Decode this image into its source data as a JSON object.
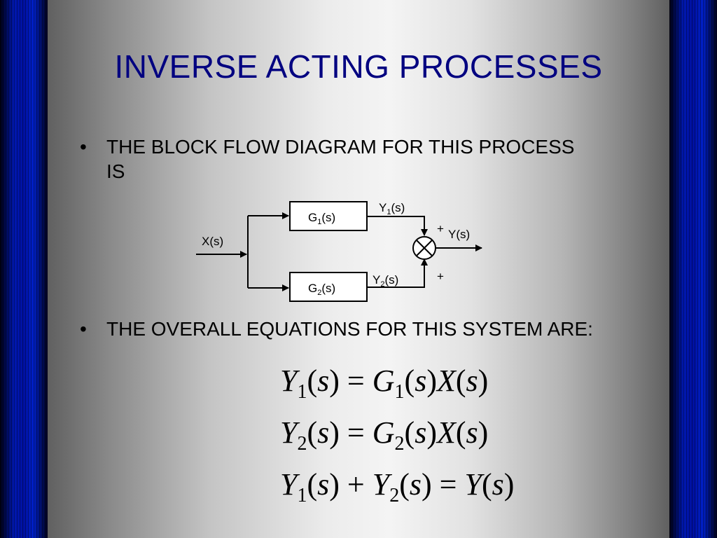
{
  "title": "INVERSE ACTING PROCESSES",
  "bullets": [
    {
      "marker": "•",
      "text": "THE BLOCK FLOW DIAGRAM FOR THIS PROCESS IS"
    },
    {
      "marker": "•",
      "text": "THE OVERALL EQUATIONS FOR THIS SYSTEM ARE:"
    }
  ],
  "diagram": {
    "input": "X(s)",
    "block1": {
      "name": "G",
      "sub": "1",
      "arg": "(s)"
    },
    "block2": {
      "name": "G",
      "sub": "2",
      "arg": "(s)"
    },
    "y1": {
      "name": "Y",
      "sub": "1",
      "arg": "(s)"
    },
    "y2": {
      "name": "Y",
      "sub": "2",
      "arg": "(s)"
    },
    "output": "Y(s)",
    "sign_top": "+",
    "sign_bottom": "+"
  },
  "equations": {
    "eq1": {
      "lhs": "Y",
      "lhs_sub": "1",
      "paren_l": "(",
      "var": "s",
      "paren_r": ")",
      "eq": "=",
      "g": "G",
      "g_sub": "1",
      "x": "X"
    },
    "eq2": {
      "lhs": "Y",
      "lhs_sub": "2",
      "paren_l": "(",
      "var": "s",
      "paren_r": ")",
      "eq": "=",
      "g": "G",
      "g_sub": "2",
      "x": "X"
    },
    "eq3": {
      "a": "Y",
      "a_sub": "1",
      "plus": "+",
      "b": "Y",
      "b_sub": "2",
      "eq": "=",
      "c": "Y",
      "paren_l": "(",
      "var": "s",
      "paren_r": ")"
    }
  }
}
